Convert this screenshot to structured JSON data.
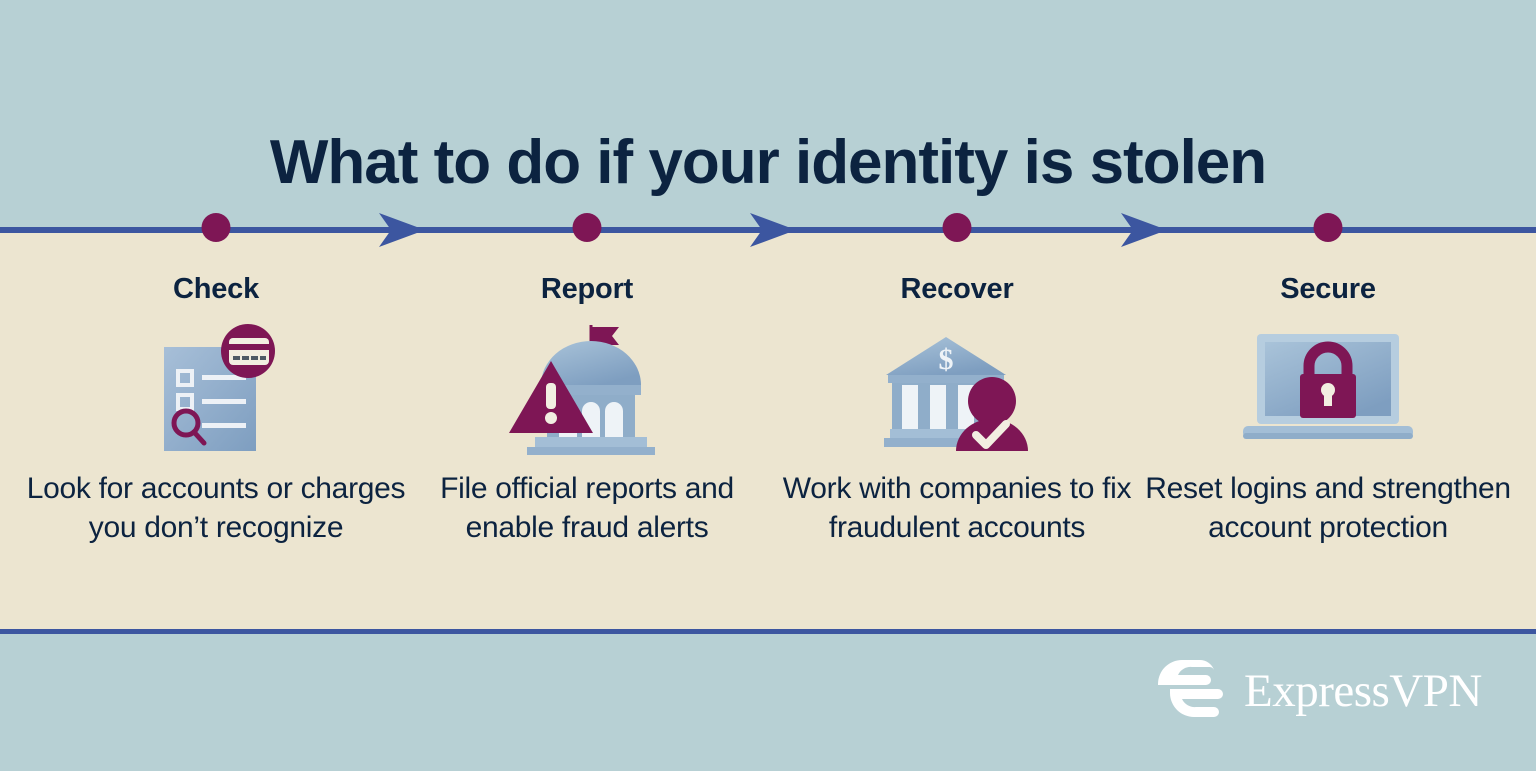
{
  "title": "What to do if your identity is stolen",
  "colors": {
    "background_top": "#b7d0d4",
    "band_cream": "#ece5d0",
    "rule_blue": "#3c56a0",
    "dot_maroon": "#7e1655",
    "text_navy": "#0c2340",
    "icon_blue": "#8ba9c9",
    "logo_white": "#ffffff"
  },
  "timeline": {
    "dot_count": 4,
    "arrow_count": 3
  },
  "steps": [
    {
      "label": "Check",
      "caption": "Look for accounts or charges you don’t recognize",
      "icon": "document-search-card-icon"
    },
    {
      "label": "Report",
      "caption": "File official reports and enable fraud alerts",
      "icon": "government-building-warning-icon"
    },
    {
      "label": "Recover",
      "caption": "Work with companies to fix fraudulent accounts",
      "icon": "bank-verified-person-icon"
    },
    {
      "label": "Secure",
      "caption": "Reset logins and strengthen account protection",
      "icon": "laptop-padlock-icon"
    }
  ],
  "brand": {
    "name": "ExpressVPN",
    "mark": "expressvpn-e-mark-icon"
  }
}
